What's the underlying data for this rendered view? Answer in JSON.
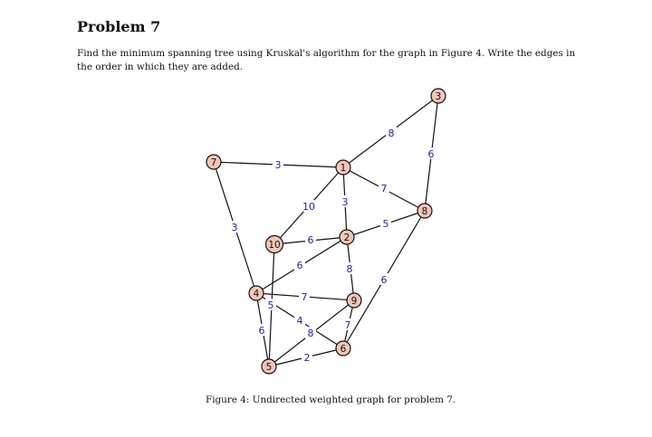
{
  "heading": "Problem 7",
  "problem_text": "Find the minimum spanning tree using Kruskal's algorithm for the graph in Figure 4. Write the edges in the order in which they are added.",
  "caption": "Figure 4: Undirected weighted graph for problem 7.",
  "colors": {
    "node_fill": "#f4c5b5",
    "weight_text": "#2222aa",
    "edge": "#111111"
  },
  "graph": {
    "nodes": [
      "1",
      "2",
      "3",
      "4",
      "5",
      "6",
      "7",
      "8",
      "9",
      "10"
    ],
    "edges": [
      {
        "from": "7",
        "to": "1",
        "weight": "3"
      },
      {
        "from": "7",
        "to": "4",
        "weight": "3"
      },
      {
        "from": "1",
        "to": "3",
        "weight": "8"
      },
      {
        "from": "3",
        "to": "8",
        "weight": "6"
      },
      {
        "from": "1",
        "to": "8",
        "weight": "7"
      },
      {
        "from": "1",
        "to": "10",
        "weight": "10"
      },
      {
        "from": "1",
        "to": "2",
        "weight": "3"
      },
      {
        "from": "10",
        "to": "2",
        "weight": "6"
      },
      {
        "from": "2",
        "to": "8",
        "weight": "5"
      },
      {
        "from": "2",
        "to": "9",
        "weight": "8"
      },
      {
        "from": "8",
        "to": "6",
        "weight": "6"
      },
      {
        "from": "4",
        "to": "2",
        "weight": "6"
      },
      {
        "from": "4",
        "to": "9",
        "weight": "7"
      },
      {
        "from": "4",
        "to": "6",
        "weight": "4"
      },
      {
        "from": "10",
        "to": "5",
        "weight": "5"
      },
      {
        "from": "4",
        "to": "5",
        "weight": "6"
      },
      {
        "from": "9",
        "to": "5",
        "weight": "8"
      },
      {
        "from": "9",
        "to": "6",
        "weight": "7"
      },
      {
        "from": "5",
        "to": "6",
        "weight": "2"
      }
    ]
  }
}
